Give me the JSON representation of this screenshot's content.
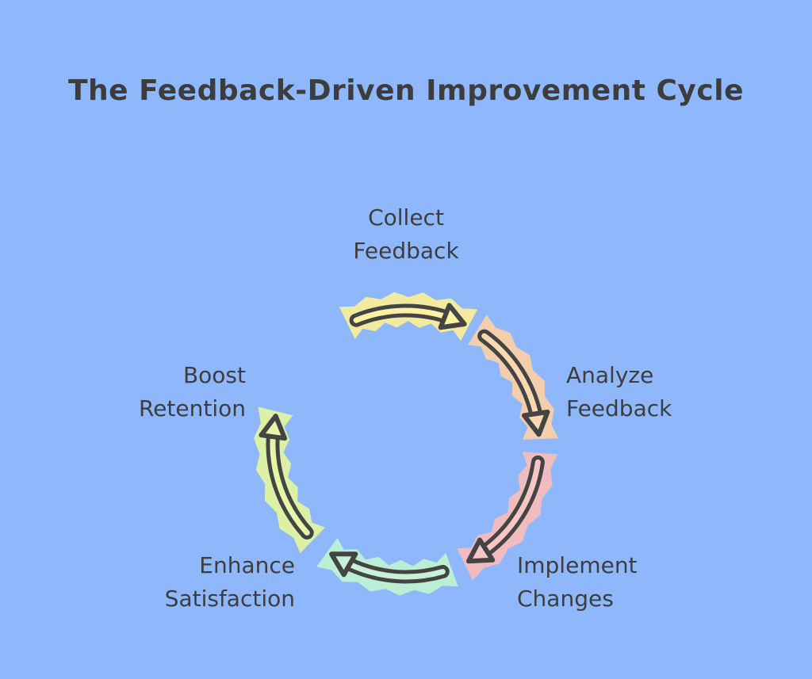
{
  "title": "The Feedback-Driven Improvement Cycle",
  "colors": {
    "background": "#8fb8fc",
    "text": "#3d3d3d",
    "outline": "#444444"
  },
  "steps": [
    {
      "line1": "Collect",
      "line2": "Feedback",
      "fill": "#fcf1a2",
      "highlight": "#f7ec9a"
    },
    {
      "line1": "Analyze",
      "line2": "Feedback",
      "fill": "#fbd8b0",
      "highlight": "#f9cfa8"
    },
    {
      "line1": "Implement",
      "line2": "Changes",
      "fill": "#f9c6c6",
      "highlight": "#f6bcbc"
    },
    {
      "line1": "Enhance",
      "line2": "Satisfaction",
      "fill": "#c9f0d8",
      "highlight": "#bff0d4"
    },
    {
      "line1": "Boost",
      "line2": "Retention",
      "fill": "#e6f6a6",
      "highlight": "#e2f3a0"
    }
  ]
}
